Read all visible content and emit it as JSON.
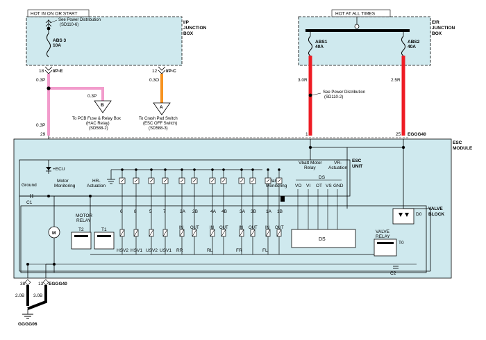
{
  "ip_box": {
    "hot_label": "HOT IN ON OR START",
    "title_line1": "I/P",
    "title_line2": "JUNCTION",
    "title_line3": "BOX",
    "see_ref_line1": "See Power Distribution",
    "see_ref_line2": "(SD110-6)",
    "fuse_name": "ABS 3",
    "fuse_amp": "10A",
    "pin_left": "18",
    "conn_left": "I/P-E",
    "pin_right": "12",
    "conn_right": "I/P-C"
  },
  "er_box": {
    "hot_label": "HOT AT ALL TIMES",
    "title_line1": "E/R",
    "title_line2": "JUNCTION",
    "title_line3": "BOX",
    "fuse1_name": "ABS1",
    "fuse1_amp": "40A",
    "fuse2_name": "ABS2",
    "fuse2_amp": "40A"
  },
  "wires": {
    "w_03p_top": "0.3P",
    "w_03p_branch": "0.3P",
    "w_03o": "0.3O",
    "w_03p_low": "0.3P",
    "w_30r": "3.0R",
    "w_25r": "2.5R",
    "w_20b": "2.0B",
    "w_30b": "3.0B",
    "see_ref2_line1": "See Power Distribution",
    "see_ref2_line2": "(SD110-2)"
  },
  "refs": {
    "b_letter": "B",
    "a_letter": "A",
    "b_text1": "To PCB Fuse & Relay Box",
    "b_text2": "(HAC Relay)",
    "b_text3": "(SD588-2)",
    "a_text1": "To Crash Pad Switch",
    "a_text2": "(ESC OFF Switch)",
    "a_text3": "(SD588-3)"
  },
  "module": {
    "title_line1": "ESC",
    "title_line2": "MODULE",
    "pin29": "29",
    "pin1": "1",
    "pin25": "25",
    "egg_top": "EGGG40",
    "pin38": "38",
    "pin13": "13",
    "egg_bottom": "EGGG40",
    "ground_code": "GGGG06"
  },
  "esc_unit": {
    "title_line1": "ESC",
    "title_line2": "UNIT",
    "ecu_label": "+ECU",
    "ground_label": "Ground",
    "motor_mon": "Motor\nMonitoring",
    "hr_act_line1": "HR-",
    "hr_act_line2": "Actuation",
    "valve_mon_line1": "Valve",
    "valve_mon_line2": "Monitoring",
    "vbatt_line1": "Vbatt Motor",
    "vbatt_line2": "Relay",
    "vr_line1": "VR-",
    "vr_line2": "Actuation",
    "ds_label": "DS",
    "ds_pins": [
      "VO",
      "VI",
      "OT",
      "VS",
      "GND"
    ],
    "c1": "C1",
    "c2": "C2",
    "motor_mon_line1": "Motor",
    "motor_mon_line2": "Monitoring"
  },
  "valve_block": {
    "title_line1": "VALVE",
    "title_line2": "BLOCK",
    "motor_relay_line1": "MOTOR",
    "motor_relay_line2": "RELAY",
    "t2": "T2",
    "t1": "T1",
    "t0": "T0",
    "d0": "D0",
    "valve_relay_line1": "VALVE",
    "valve_relay_line2": "RELAY",
    "motor_m": "M",
    "ds_box": "DS",
    "valve_nums": [
      "6",
      "8",
      "5",
      "7",
      "2A",
      "2B",
      "4A",
      "4B",
      "3A",
      "3B",
      "1A",
      "1B"
    ],
    "in_out": [
      "IN",
      "OUT",
      "IN",
      "OUT",
      "IN",
      "OUT",
      "IN",
      "OUT"
    ],
    "valve_names": [
      "HSV2",
      "HSV1",
      "USV2",
      "USV1",
      "RR",
      "RL",
      "FR",
      "FL"
    ]
  }
}
